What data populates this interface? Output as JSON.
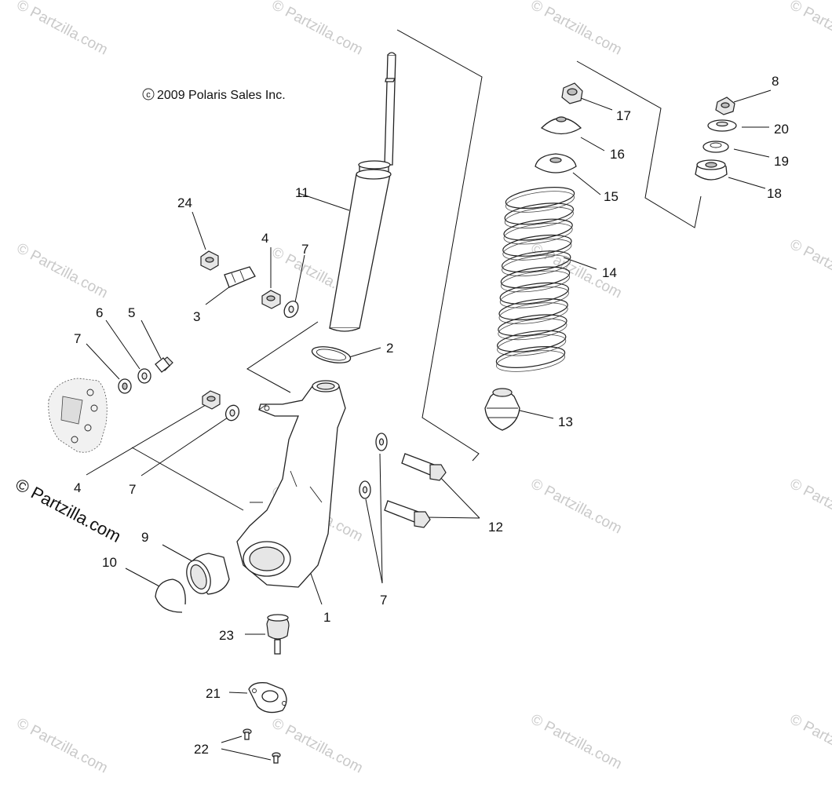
{
  "copyright": "2009 Polaris Sales Inc.",
  "copyright_symbol": "c",
  "watermark": {
    "text": "Partzilla.com",
    "symbol": "©",
    "featured_text": "Partzilla.com",
    "color": "#c9c9c9"
  },
  "callouts": {
    "c1": "1",
    "c2": "2",
    "c3": "3",
    "c4a": "4",
    "c4b": "4",
    "c5": "5",
    "c6": "6",
    "c7a": "7",
    "c7b": "7",
    "c7c": "7",
    "c7d": "7",
    "c8": "8",
    "c9": "9",
    "c10": "10",
    "c11": "11",
    "c12": "12",
    "c13": "13",
    "c14": "14",
    "c15": "15",
    "c16": "16",
    "c17": "17",
    "c18": "18",
    "c19": "19",
    "c20": "20",
    "c21": "21",
    "c22": "22",
    "c23": "23",
    "c24": "24"
  }
}
